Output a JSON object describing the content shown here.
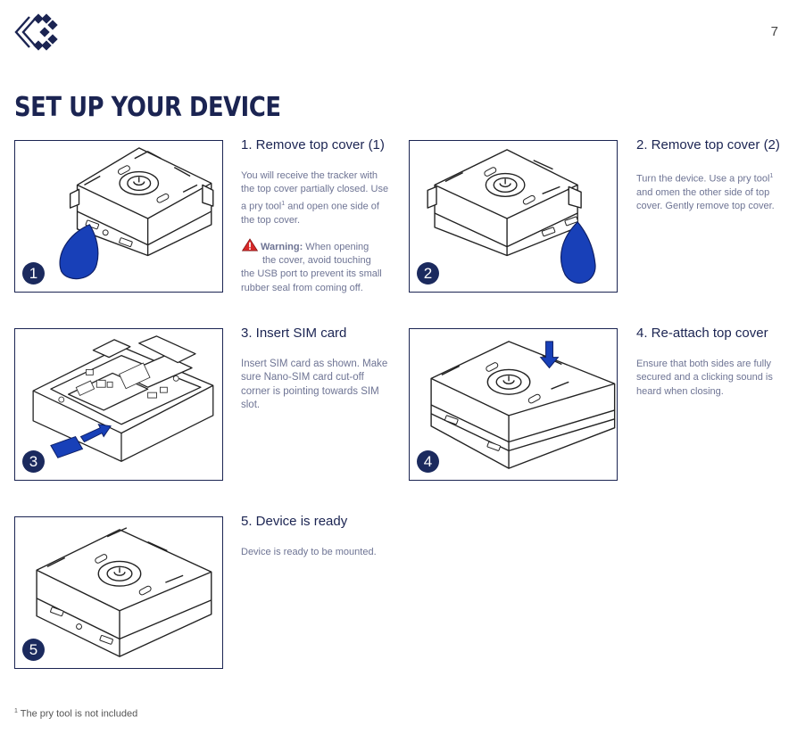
{
  "page": {
    "number": "7",
    "title": "SET UP YOUR DEVICE",
    "footnote_mark": "1",
    "footnote_text": " The pry tool is not included"
  },
  "colors": {
    "navy": "#1b2a5e",
    "tool_blue": "#1840b8",
    "warning_red": "#d62828"
  },
  "steps": [
    {
      "badge": "1",
      "title": "1. Remove top cover (1)",
      "desc_before": "You will receive the tracker with the top cover partially closed. Use a pry tool",
      "desc_sup": "1",
      "desc_after": " and open one side of the top cover.",
      "warning_label": "Warning:",
      "warning_first": " When opening",
      "warning_second": "the cover, avoid touching",
      "warning_rest": "the USB port to prevent its small rubber seal from coming off.",
      "warning_icon": "warning-triangle-icon"
    },
    {
      "badge": "2",
      "title": "2. Remove top cover (2)",
      "desc_before": "Turn the device. Use a pry tool",
      "desc_sup": "1",
      "desc_after": " and omen the other side of top cover. Gently remove top cover."
    },
    {
      "badge": "3",
      "title": "3. Insert SIM card",
      "desc": "Insert SIM card as shown. Make sure Nano-SIM card cut-off corner is pointing towards SIM slot."
    },
    {
      "badge": "4",
      "title": "4. Re-attach top cover",
      "desc": "Ensure that both sides are fully secured and a clicking sound is heard when closing."
    },
    {
      "badge": "5",
      "title": "5. Device is ready",
      "desc": "Device is ready to be mounted."
    }
  ]
}
